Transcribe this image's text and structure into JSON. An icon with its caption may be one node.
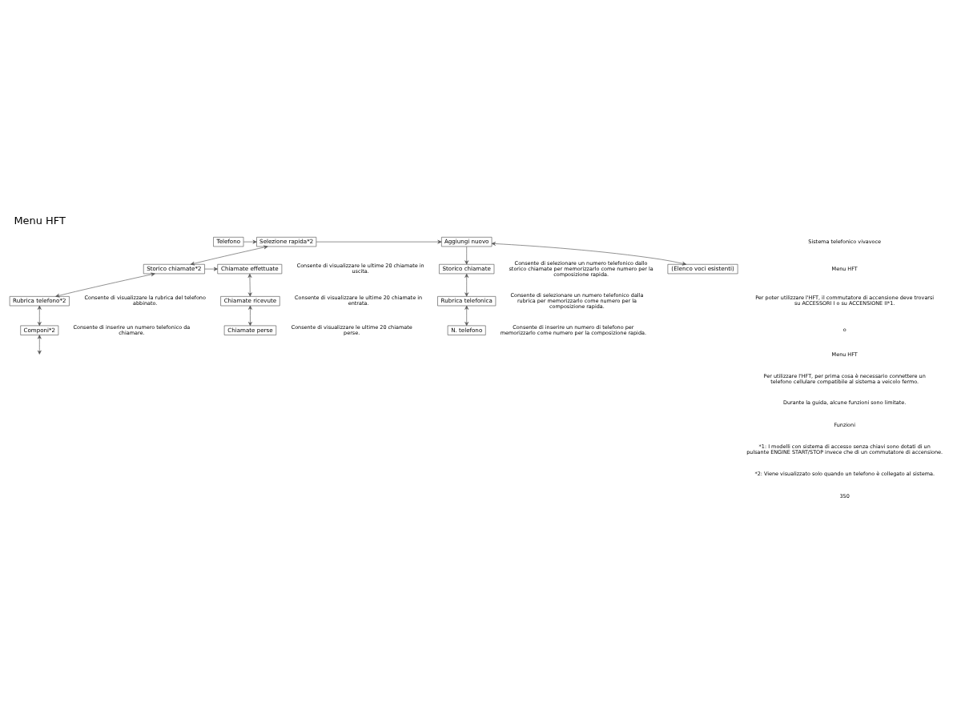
{
  "diagram": {
    "title": "Menu HFT",
    "nodes": [
      {
        "text": [
          "Telefono"
        ]
      },
      {
        "text": [
          "Selezione rapida*2"
        ]
      },
      {
        "text": [
          "Aggiungi nuovo"
        ]
      },
      {
        "text": [
          "Storico chiamate"
        ],
        "beside": [
          "Consente di selezionare un numero telefonico dallo storico chiamate per memorizzarlo come numero per la composizione rapida."
        ]
      },
      {
        "text": [
          "Rubrica telefonica"
        ],
        "beside": [
          "Consente di selezionare un numero telefonico dalla rubrica per memorizzarlo come numero per la composizione rapida."
        ]
      },
      {
        "text": [
          "N. telefono"
        ],
        "beside": [
          "Consente di inserire un numero di telefono per memorizzarlo come numero per la composizione rapida."
        ]
      },
      {
        "text": [
          "(Elenco voci esistenti)"
        ]
      },
      {
        "text": [
          "Storico chiamate*2"
        ]
      },
      {
        "text": [
          "Chiamate effettuate"
        ],
        "beside": [
          "Consente di visualizzare le ultime 20 chiamate in uscita."
        ]
      },
      {
        "text": [
          "Chiamate ricevute"
        ],
        "beside": [
          "Consente di visualizzare le ultime 20 chiamate in entrata."
        ]
      },
      {
        "text": [
          "Chiamate perse"
        ],
        "beside": [
          "Consente di visualizzare le ultime 20 chiamate perse."
        ]
      },
      {
        "text": [
          "Rubrica telefono*2"
        ],
        "beside": [
          "Consente di visualizzare la rubrica del telefono abbinato."
        ]
      },
      {
        "text": [
          "Componi*2"
        ],
        "beside": [
          "Consente di inserire un numero telefonico da chiamare."
        ]
      }
    ],
    "edges": [
      {
        "from": 0,
        "to": 1,
        "arrow": "to"
      },
      {
        "from": 1,
        "to": 2,
        "arrow": "to"
      },
      {
        "from": 2,
        "to": 3,
        "arrow": "to"
      },
      {
        "from": 3,
        "to": 4,
        "arrow": "both"
      },
      {
        "from": 4,
        "to": 5,
        "arrow": "both"
      },
      {
        "from": 2,
        "to": 6,
        "arrow": "both"
      },
      {
        "from": 1,
        "to": 7,
        "arrow": "both"
      },
      {
        "from": 7,
        "to": 8,
        "arrow": "to"
      },
      {
        "from": 8,
        "to": 9,
        "arrow": "both"
      },
      {
        "from": 9,
        "to": 10,
        "arrow": "both"
      },
      {
        "from": 7,
        "to": 11,
        "arrow": "both"
      },
      {
        "from": 11,
        "to": 12,
        "arrow": "both"
      },
      {
        "from": 12,
        "to": null,
        "arrow": "both"
      }
    ],
    "labels": [
      "Sistema telefonico vivavoce",
      "Menu HFT",
      "Per poter utilizzare l'HFT, il commutatore di accensione deve trovarsi su ACCESSORI I o su ACCENSIONE II*1.",
      "o",
      "Menu HFT",
      "Per utilizzare l'HFT, per prima cosa è necessario connettere un telefono cellulare compatibile al sistema a veicolo fermo.",
      "Durante la guida, alcune funzioni sono limitate.",
      "Funzioni",
      "*1: I modelli con sistema di accesso senza chiavi sono dotati di un pulsante ENGINE START/STOP invece che di un commutatore di accensione.",
      "*2: Viene visualizzato solo quando un telefono è collegato al sistema.",
      "350"
    ]
  }
}
